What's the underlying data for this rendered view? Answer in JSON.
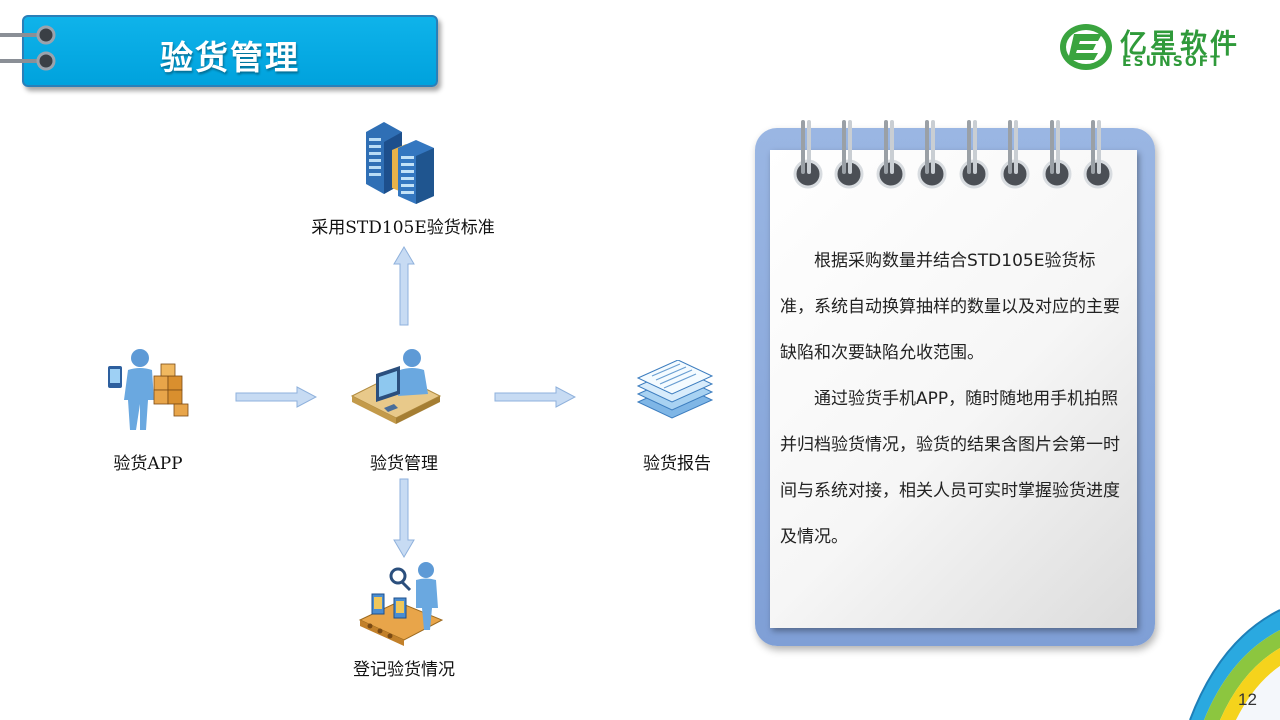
{
  "header": {
    "title": "验货管理"
  },
  "logo": {
    "chinese": "亿星软件",
    "english": "ESUNSOFT"
  },
  "diagram": {
    "nodes": {
      "standard": "采用STD105E验货标准",
      "app": "验货APP",
      "management": "验货管理",
      "report": "验货报告",
      "record": "登记验货情况"
    }
  },
  "notes": {
    "paragraph1": "根据采购数量并结合STD105E验货标准，系统自动换算抽样的数量以及对应的主要缺陷和次要缺陷允收范围。",
    "paragraph2": "通过验货手机APP，随时随地用手机拍照并归档验货情况，验货的结果含图片会第一时间与系统对接，相关人员可实时掌握验货进度及情况。"
  },
  "footer": {
    "page_number": "12"
  },
  "colors": {
    "banner": "#0fb3ea",
    "logo_green": "#2f9a3a",
    "notepad_frame": "#8eaadf",
    "arrow_fill": "#c7dbf3"
  }
}
